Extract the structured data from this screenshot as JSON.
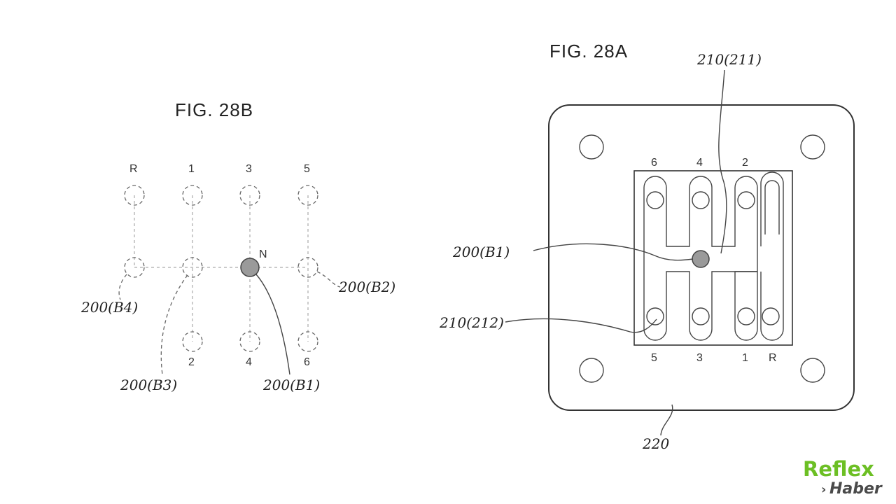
{
  "fig_b": {
    "title": "FIG. 28B",
    "gears_top": [
      "R",
      "1",
      "3",
      "5"
    ],
    "gears_bottom": [
      "2",
      "4",
      "6"
    ],
    "neutral": "N",
    "refs": {
      "b1": "200(B1)",
      "b2": "200(B2)",
      "b3": "200(B3)",
      "b4": "200(B4)"
    }
  },
  "fig_a": {
    "title": "FIG. 28A",
    "gears_top": [
      "6",
      "4",
      "2"
    ],
    "gears_bottom": [
      "5",
      "3",
      "1",
      "R"
    ],
    "refs": {
      "top": "210(211)",
      "ball": "200(B1)",
      "guide": "210(212)",
      "base": "220"
    }
  },
  "logo": {
    "line1": "Reflex",
    "line2": "Haber",
    "accent": "#6cbf24"
  }
}
